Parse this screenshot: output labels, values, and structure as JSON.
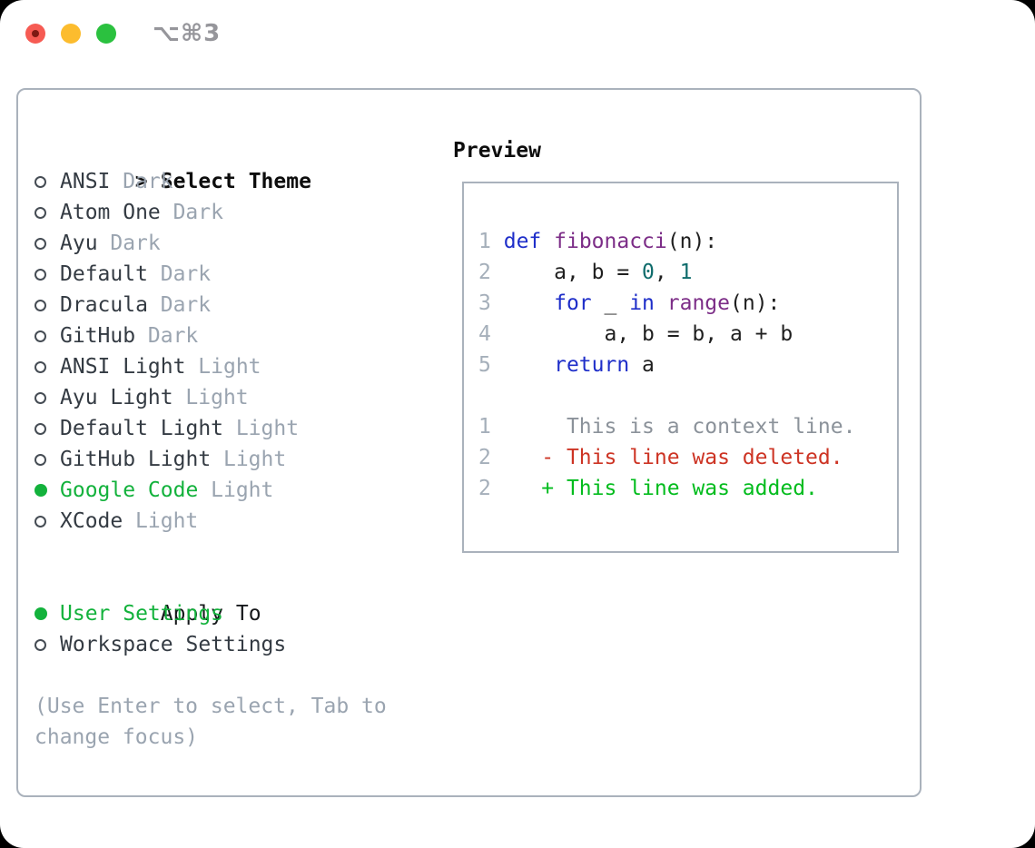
{
  "window": {
    "title": "⌥⌘3",
    "buttons": [
      "close",
      "minimize",
      "zoom"
    ]
  },
  "colors": {
    "accent": "#13b23c",
    "muted": "#9aa4b0",
    "text_dark": "#343b43",
    "border": "#aab2bc",
    "radio_border": "#454c54",
    "title_gray": "#96969b",
    "traffic_red": "#f65b53",
    "traffic_red_dot": "#7d1a13",
    "traffic_yellow": "#fcbc2e",
    "traffic_green": "#2bc13f",
    "code_line_number": "#a5afba",
    "code_plain": "#1f1f1f",
    "code_keyword": "#1e2ec9",
    "code_type": "#7c2d87",
    "code_literal": "#0f6c6c",
    "diff_context": "#8b929a",
    "diff_deleted": "#cd3424",
    "diff_added": "#02bc1d"
  },
  "theme_panel": {
    "header": {
      "cursor": ">",
      "label": "Select Theme"
    },
    "themes": [
      {
        "name": "ANSI",
        "variant": "Dark",
        "selected": false
      },
      {
        "name": "Atom One",
        "variant": "Dark",
        "selected": false
      },
      {
        "name": "Ayu",
        "variant": "Dark",
        "selected": false
      },
      {
        "name": "Default",
        "variant": "Dark",
        "selected": false
      },
      {
        "name": "Dracula",
        "variant": "Dark",
        "selected": false
      },
      {
        "name": "GitHub",
        "variant": "Dark",
        "selected": false
      },
      {
        "name": "ANSI Light",
        "variant": "Light",
        "selected": false
      },
      {
        "name": "Ayu Light",
        "variant": "Light",
        "selected": false
      },
      {
        "name": "Default Light",
        "variant": "Light",
        "selected": false
      },
      {
        "name": "GitHub Light",
        "variant": "Light",
        "selected": false
      },
      {
        "name": "Google Code",
        "variant": "Light",
        "selected": true
      },
      {
        "name": "XCode",
        "variant": "Light",
        "selected": false
      }
    ],
    "apply_to": {
      "header": "Apply To",
      "options": [
        {
          "label": "User Settings",
          "selected": true
        },
        {
          "label": "Workspace Settings",
          "selected": false
        }
      ]
    },
    "hint_lines": [
      "(Use Enter to select, Tab to",
      "change focus)"
    ]
  },
  "preview": {
    "header": "Preview",
    "lines": [
      [
        {
          "c": "num",
          "t": "1"
        },
        {
          "c": "pln",
          "t": " "
        },
        {
          "c": "kwd",
          "t": "def"
        },
        {
          "c": "pln",
          "t": " "
        },
        {
          "c": "typ",
          "t": "fibonacci"
        },
        {
          "c": "pln",
          "t": "(n):"
        }
      ],
      [
        {
          "c": "num",
          "t": "2"
        },
        {
          "c": "pln",
          "t": "     a, b = "
        },
        {
          "c": "lit",
          "t": "0"
        },
        {
          "c": "pln",
          "t": ", "
        },
        {
          "c": "lit",
          "t": "1"
        }
      ],
      [
        {
          "c": "num",
          "t": "3"
        },
        {
          "c": "pln",
          "t": "     "
        },
        {
          "c": "kwd",
          "t": "for"
        },
        {
          "c": "pln",
          "t": " _ "
        },
        {
          "c": "kwd",
          "t": "in"
        },
        {
          "c": "pln",
          "t": " "
        },
        {
          "c": "typ",
          "t": "range"
        },
        {
          "c": "pln",
          "t": "(n):"
        }
      ],
      [
        {
          "c": "num",
          "t": "4"
        },
        {
          "c": "pln",
          "t": "         a, b = b, a + b"
        }
      ],
      [
        {
          "c": "num",
          "t": "5"
        },
        {
          "c": "pln",
          "t": "     "
        },
        {
          "c": "kwd",
          "t": "return"
        },
        {
          "c": "pln",
          "t": " a"
        }
      ],
      [],
      [
        {
          "c": "num",
          "t": "1"
        },
        {
          "c": "ctx",
          "t": "      This is a context line."
        }
      ],
      [
        {
          "c": "num",
          "t": "2"
        },
        {
          "c": "del",
          "t": "    - This line was deleted."
        }
      ],
      [
        {
          "c": "num",
          "t": "2"
        },
        {
          "c": "add",
          "t": "    + This line was added."
        }
      ]
    ]
  }
}
